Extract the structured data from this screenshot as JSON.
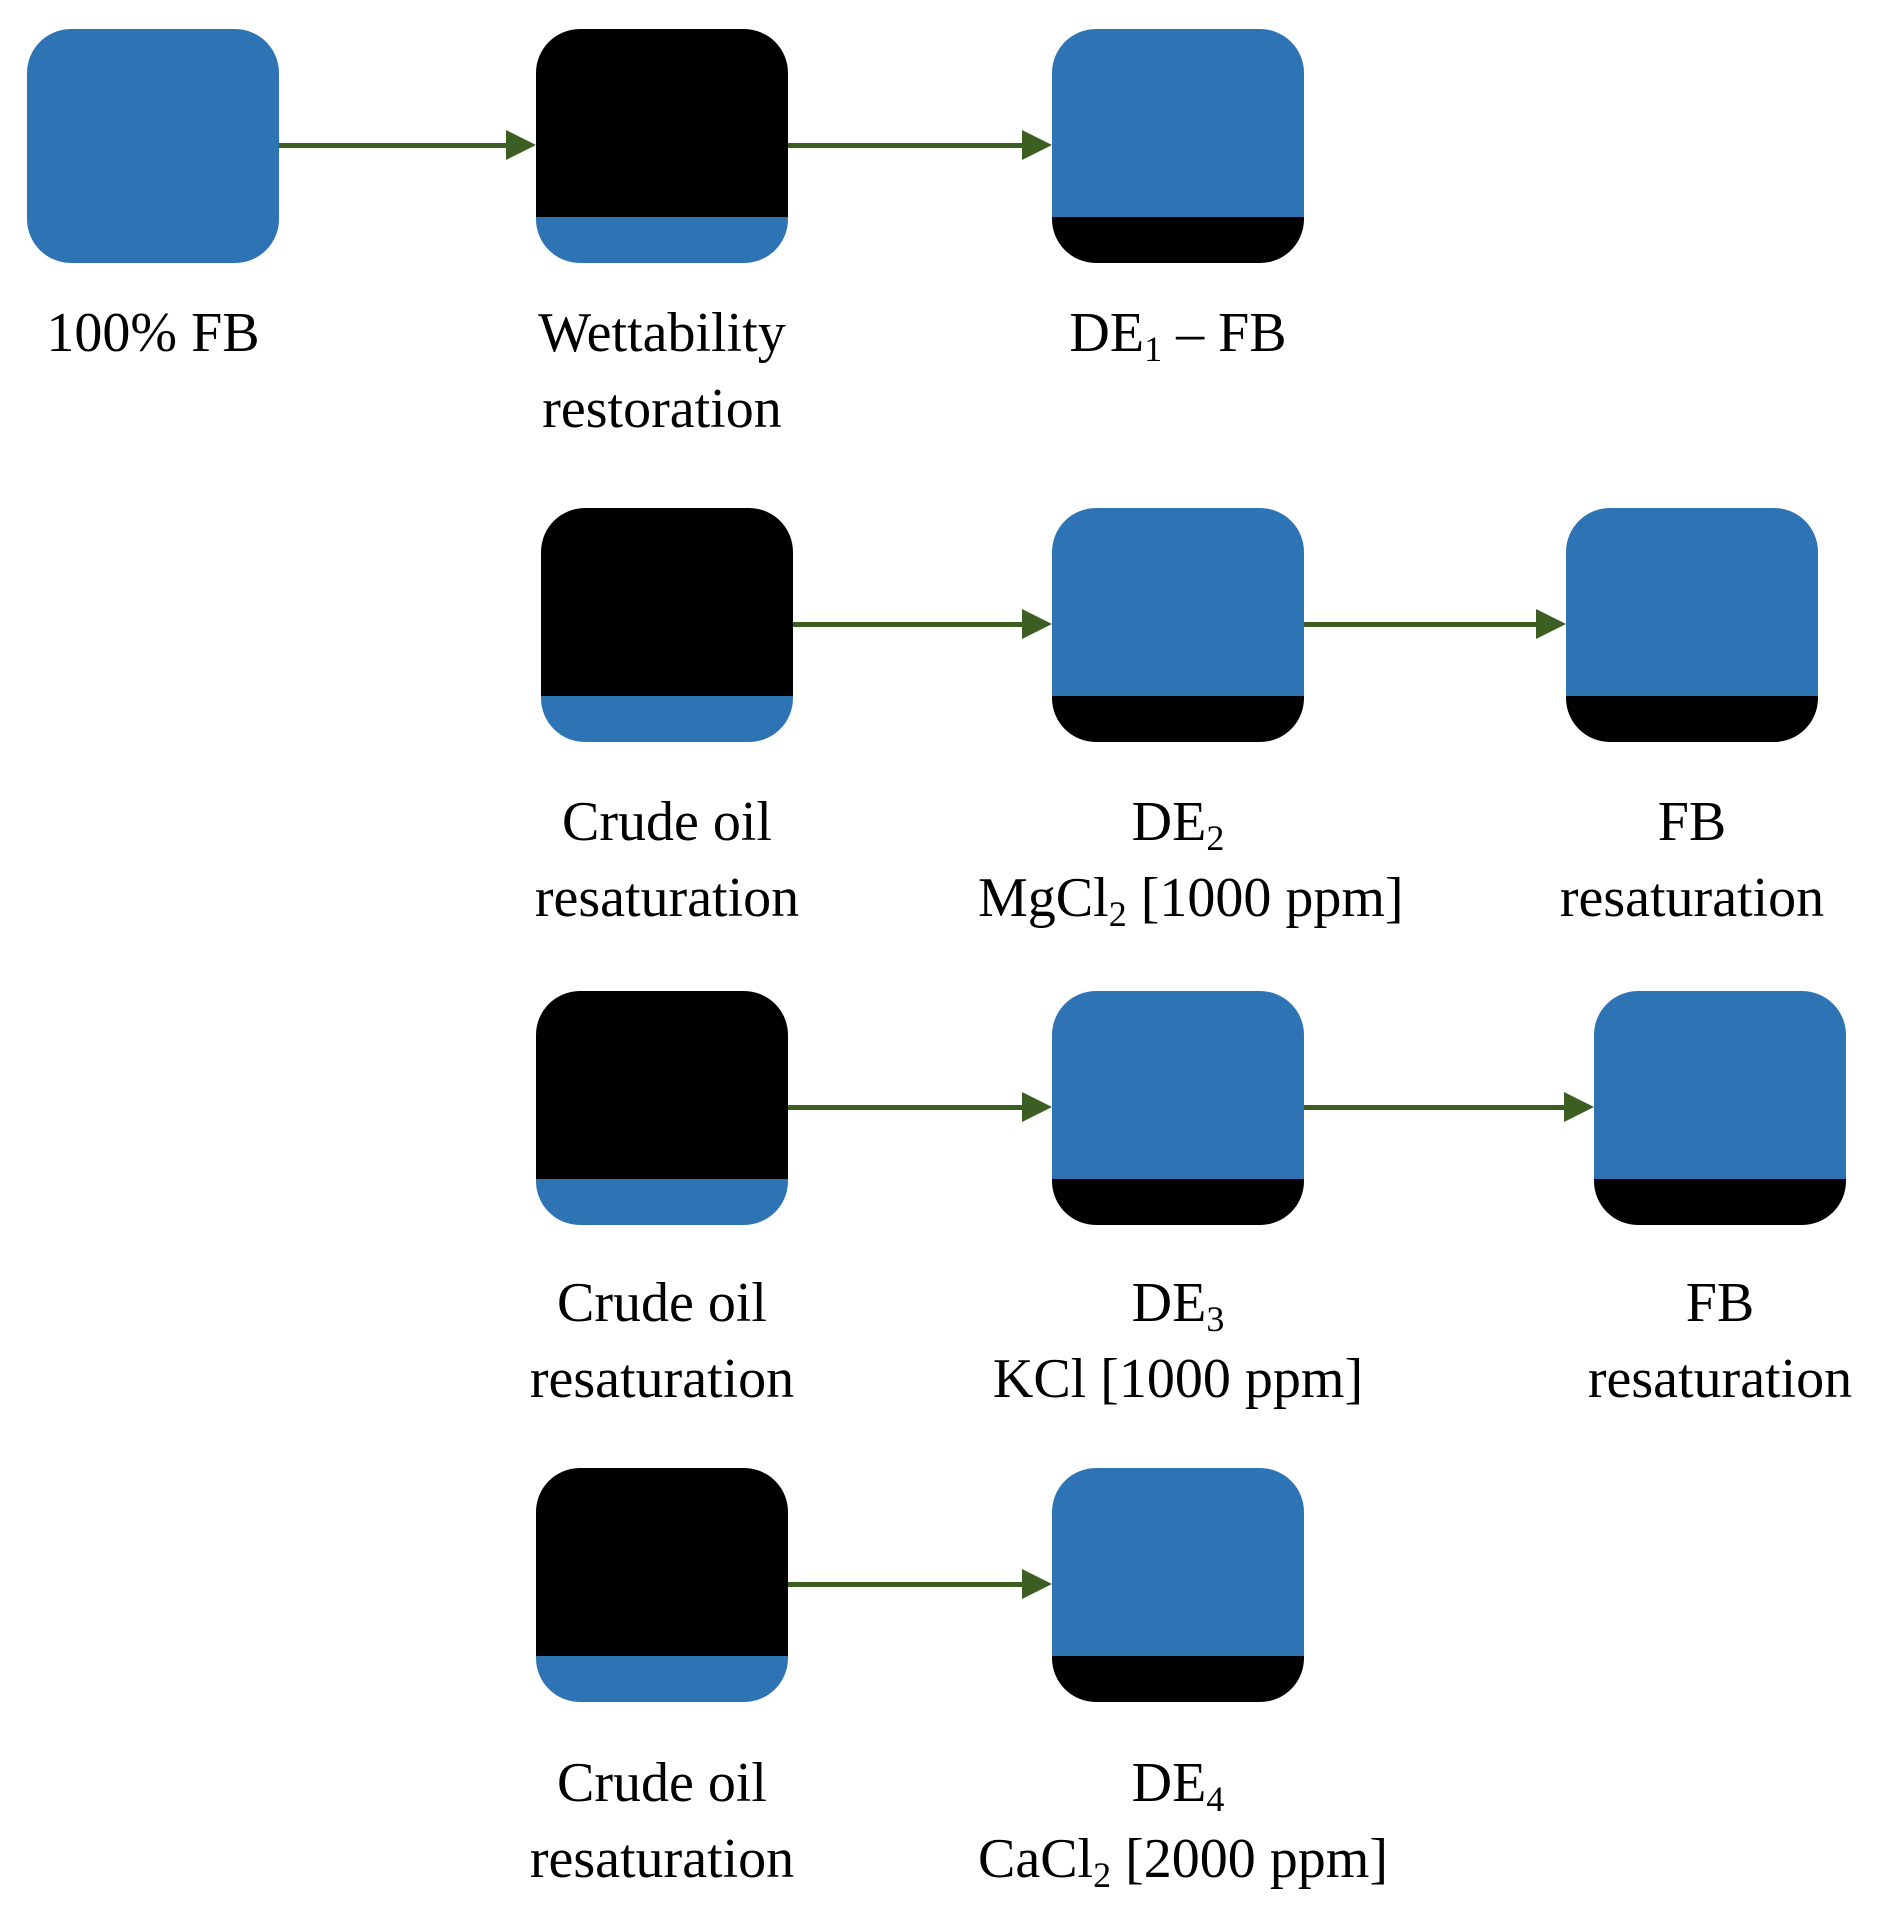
{
  "colors": {
    "water": "#2e74b5",
    "oil": "#000000",
    "arrow": "#3d5e22"
  },
  "rows": [
    {
      "steps": [
        {
          "block": "full-water",
          "lines": [
            {
              "text": "100% FB"
            }
          ]
        },
        {
          "block": "oil-over-water",
          "lines": [
            {
              "text": "Wettability"
            },
            {
              "text": "restoration"
            }
          ]
        },
        {
          "block": "water-over-oil",
          "lines": [
            {
              "text": "DE",
              "sub": "1",
              "after": " – FB"
            }
          ]
        }
      ]
    },
    {
      "steps": [
        {
          "block": "oil-over-water",
          "lines": [
            {
              "text": "Crude oil"
            },
            {
              "text": "resaturation"
            }
          ]
        },
        {
          "block": "water-over-oil",
          "lines": [
            {
              "text": "DE",
              "sub": "2",
              "after": ""
            },
            {
              "text": "MgCl",
              "sub": "2",
              "after": " [1000 ppm]"
            }
          ]
        },
        {
          "block": "water-over-oil",
          "lines": [
            {
              "text": "FB"
            },
            {
              "text": "resaturation"
            }
          ]
        }
      ]
    },
    {
      "steps": [
        {
          "block": "oil-over-water",
          "lines": [
            {
              "text": "Crude oil"
            },
            {
              "text": "resaturation"
            }
          ]
        },
        {
          "block": "water-over-oil",
          "lines": [
            {
              "text": "DE",
              "sub": "3",
              "after": ""
            },
            {
              "text": "KCl [1000 ppm]"
            }
          ]
        },
        {
          "block": "water-over-oil",
          "lines": [
            {
              "text": "FB"
            },
            {
              "text": "resaturation"
            }
          ]
        }
      ]
    },
    {
      "steps": [
        {
          "block": "oil-over-water",
          "lines": [
            {
              "text": "Crude oil"
            },
            {
              "text": "resaturation"
            }
          ]
        },
        {
          "block": "water-over-oil",
          "lines": [
            {
              "text": "DE",
              "sub": "4",
              "after": ""
            },
            {
              "text": "CaCl",
              "sub": "2",
              "after": " [2000 ppm]"
            }
          ]
        }
      ]
    }
  ]
}
